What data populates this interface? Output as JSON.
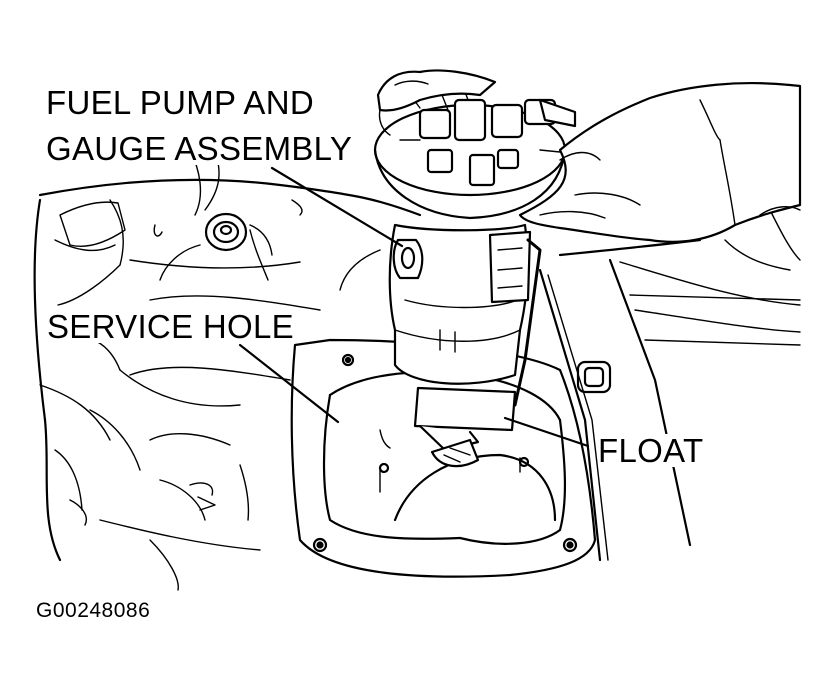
{
  "diagram": {
    "labels": {
      "pump_assembly_line1": "FUEL PUMP AND",
      "pump_assembly_line2": "GAUGE ASSEMBLY",
      "service_hole": "SERVICE HOLE",
      "float": "FLOAT"
    },
    "figure_id": "G00248086"
  }
}
